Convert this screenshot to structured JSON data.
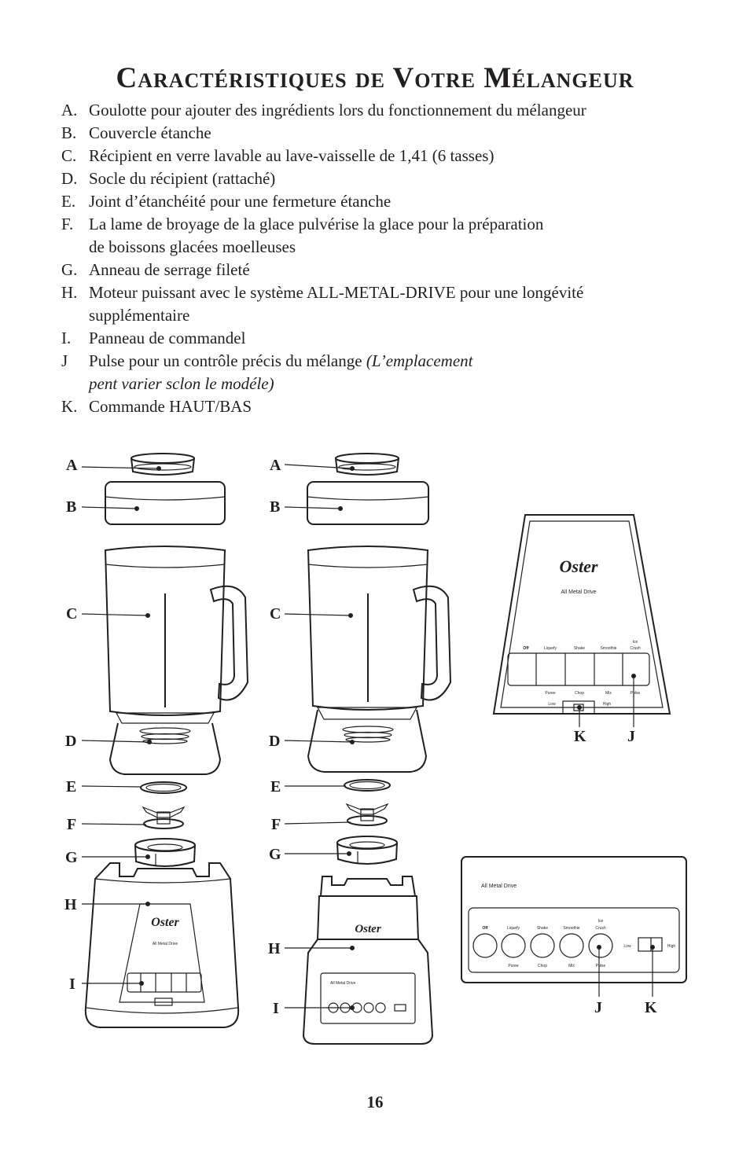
{
  "title": "Caractéristiques de Votre Mélangeur",
  "features": [
    {
      "letter": "A.",
      "text": "Goulotte pour ajouter des ingrédients lors du fonctionnement du mélangeur"
    },
    {
      "letter": "B.",
      "text": "Couvercle étanche"
    },
    {
      "letter": "C.",
      "text": "Récipient en verre lavable au lave-vaisselle de 1,41 (6 tasses)"
    },
    {
      "letter": "D.",
      "text": "Socle du récipient (rattaché)"
    },
    {
      "letter": "E.",
      "text": "Joint d’étanchéité pour une fermeture étanche"
    },
    {
      "letter": "F.",
      "text": "La lame de broyage de la glace pulvérise la glace pour la préparation",
      "text2": "de boissons glacées moelleuses"
    },
    {
      "letter": "G.",
      "text": "Anneau de serrage fileté"
    },
    {
      "letter": "H.",
      "text": "Moteur puissant avec le système ALL-METAL-DRIVE pour une longévité",
      "text2": "supplémentaire"
    },
    {
      "letter": "I.",
      "text": "Panneau de commandel"
    },
    {
      "letter": "J",
      "text": "Pulse pour un contrôle précis du mélange ",
      "italic": "(L’emplacement",
      "italic2": "pent varier sclon le modéle)"
    },
    {
      "letter": "K.",
      "text": "Commande HAUT/BAS"
    }
  ],
  "diagram": {
    "labels": {
      "a": "A",
      "b": "B",
      "c": "C",
      "d": "D",
      "e": "E",
      "f": "F",
      "g": "G",
      "h": "H",
      "i": "I",
      "j": "J",
      "k": "K"
    },
    "brand": "Oster",
    "panel_title": "All Metal Drive",
    "buttons_top": [
      "Off",
      "Liquefy",
      "Shake",
      "Smoothie",
      "Ice",
      "Crush"
    ],
    "buttons_bottom": [
      "Puree",
      "Chop",
      "Mix",
      "Pulse"
    ],
    "switch_low": "Low",
    "switch_high": "High"
  },
  "page_number": "16"
}
